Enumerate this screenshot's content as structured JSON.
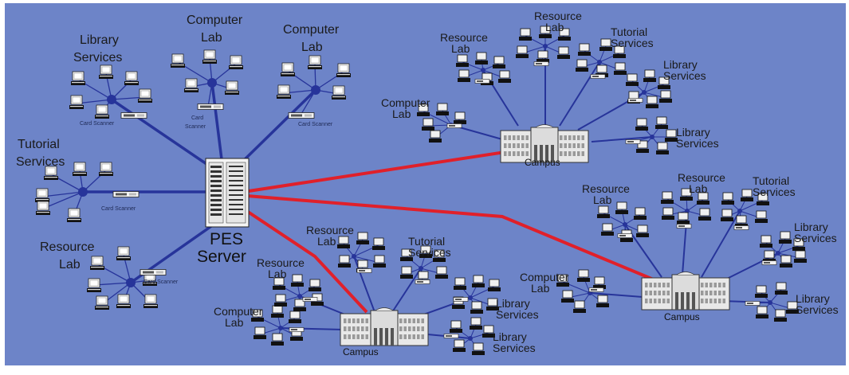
{
  "server": {
    "line1": "PES",
    "line2": "Server"
  },
  "groups": {
    "library": [
      "Library",
      "Services"
    ],
    "lab1": [
      "Computer",
      "Lab"
    ],
    "lab2": [
      "Computer",
      "Lab"
    ],
    "tutorial": [
      "Tutorial",
      "Services"
    ],
    "resource": [
      "Resource",
      "Lab"
    ]
  },
  "scanners": {
    "library": "Card Scanner",
    "lab1": [
      "Card",
      "Scanner"
    ],
    "lab2": "Card Scanner",
    "tutorial": "Card Scanner",
    "resource": "Card Scanner"
  },
  "campuses": [
    {
      "name": "Campus",
      "labels": {
        "computer": [
          "Computer",
          "Lab"
        ],
        "resource1": [
          "Resource",
          "Lab"
        ],
        "resource2": [
          "Resource",
          "Lab"
        ],
        "tutorial": [
          "Tutorial",
          "Services"
        ],
        "library1": [
          "Library",
          "Services"
        ],
        "library2": [
          "Library",
          "Services"
        ]
      }
    },
    {
      "name": "Campus",
      "labels": {
        "computer": [
          "Computer",
          "Lab"
        ],
        "resource1": [
          "Resource",
          "Lab"
        ],
        "resource2": [
          "Resource",
          "Lab"
        ],
        "tutorial": [
          "Tutorial",
          "Services"
        ],
        "library1": [
          "Library",
          "Services"
        ],
        "library2": [
          "Library",
          "Services"
        ]
      }
    },
    {
      "name": "Campus",
      "labels": {
        "computer": [
          "Computer",
          "Lab"
        ],
        "resource1": [
          "Resource",
          "Lab"
        ],
        "resource2": [
          "Resource",
          "Lab"
        ],
        "tutorial": [
          "Tutorial",
          "Services"
        ],
        "library1": [
          "Library",
          "Services"
        ],
        "library2": [
          "Library",
          "Services"
        ]
      }
    }
  ],
  "colors": {
    "background": "#6d84c8",
    "hub_link": "#27349a",
    "wan_link": "#e0202a",
    "campus_link": "#27349a"
  }
}
